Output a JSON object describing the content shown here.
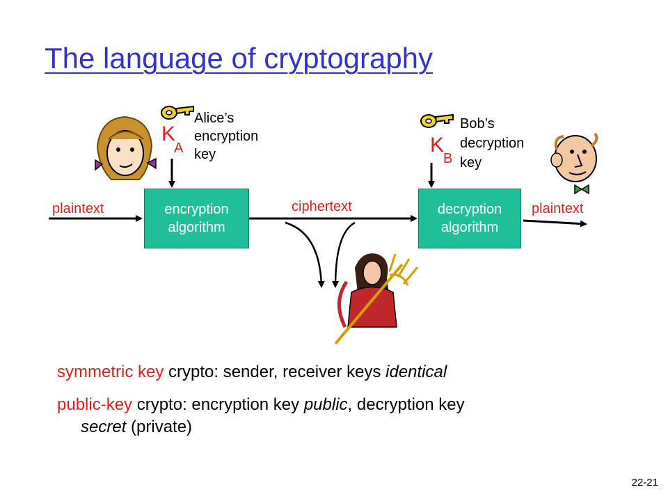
{
  "title": "The language of cryptography",
  "alice_key": {
    "letter": "K",
    "sub": "A",
    "caption": [
      "Alice’s",
      "encryption",
      "key"
    ]
  },
  "bob_key": {
    "letter": "K",
    "sub": "B",
    "caption": [
      "Bob’s",
      "decryption",
      "key"
    ]
  },
  "labels": {
    "plaintext_in": "plaintext",
    "plaintext_out": "plaintext",
    "ciphertext": "ciphertext"
  },
  "boxes": {
    "encryption": [
      "encryption",
      "algorithm"
    ],
    "decryption": [
      "decryption",
      "algorithm"
    ]
  },
  "bullets": {
    "symmetric": {
      "term": "symmetric key",
      "text1": " crypto: sender, receiver keys ",
      "em": "identical"
    },
    "public": {
      "term": "public-key",
      "text1": " crypto: encryption key ",
      "em1": "public",
      "text2": ", decryption key",
      "em2": "secret",
      "text3": " (private)"
    }
  },
  "page_number": "22-21",
  "colors": {
    "title": "#3333cc",
    "accent_red": "#e11d1d",
    "box": "#1fbf9a"
  }
}
